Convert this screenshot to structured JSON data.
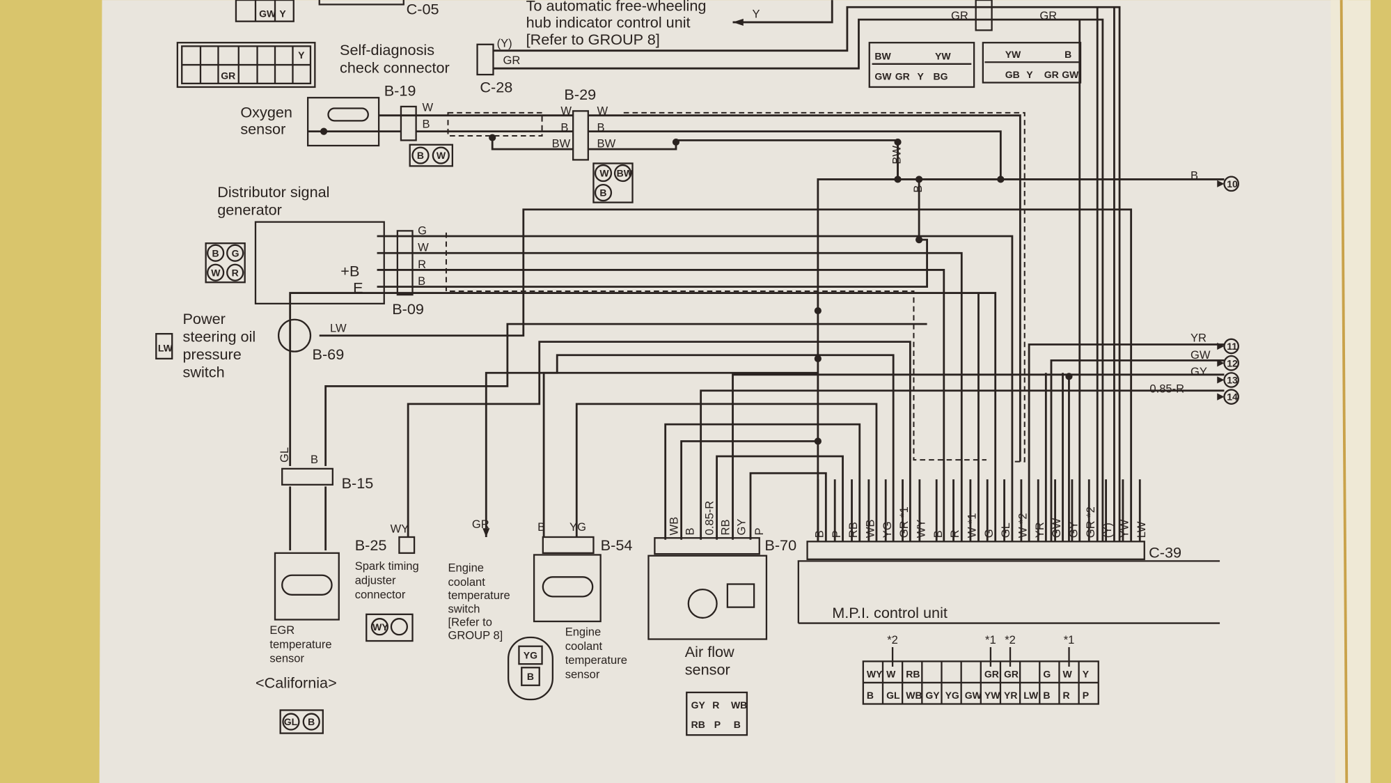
{
  "connectors": {
    "c05": "C-05",
    "c28": "C-28",
    "b19": "B-19",
    "b29": "B-29",
    "b09": "B-09",
    "b69": "B-69",
    "b15": "B-15",
    "b25": "B-25",
    "b54": "B-54",
    "b70": "B-70",
    "c39": "C-39"
  },
  "labels": {
    "auto_hub_1": "To automatic free-wheeling",
    "auto_hub_2": "hub indicator control unit",
    "auto_hub_3": "[Refer to GROUP 8]",
    "self_diag_1": "Self-diagnosis",
    "self_diag_2": "check connector",
    "oxygen_1": "Oxygen",
    "oxygen_2": "sensor",
    "dist_1": "Distributor signal",
    "dist_2": "generator",
    "ps_1": "Power",
    "ps_2": "steering oil",
    "ps_3": "pressure",
    "ps_4": "switch",
    "egr_1": "EGR",
    "egr_2": "temperature",
    "egr_3": "sensor",
    "california": "<California>",
    "spark_1": "Spark timing",
    "spark_2": "adjuster",
    "spark_3": "connector",
    "ects_1": "Engine",
    "ects_2": "coolant",
    "ects_3": "temperature",
    "ects_4": "switch",
    "ects_5": "[Refer to",
    "ects_6": "GROUP 8]",
    "ecs_1": "Engine",
    "ecs_2": "coolant",
    "ecs_3": "temperature",
    "ecs_4": "sensor",
    "afs_1": "Air flow",
    "afs_2": "sensor",
    "mpi": "M.P.I. control unit"
  },
  "wire_colors": {
    "y_paren": "(Y)",
    "gr": "GR",
    "y": "Y",
    "w": "W",
    "b": "B",
    "bw": "BW",
    "g": "G",
    "r": "R",
    "plus_b": "+B",
    "e": "E",
    "lw": "LW",
    "gl": "GL",
    "wy": "WY",
    "yg": "YG",
    "wb": "WB",
    "r085": "0.85-R",
    "rb": "RB",
    "gy": "GY",
    "p": "P"
  },
  "outputs": [
    {
      "wire": "B",
      "num": "10"
    },
    {
      "wire": "YR",
      "num": "11"
    },
    {
      "wire": "GW",
      "num": "12"
    },
    {
      "wire": "GY",
      "num": "13"
    },
    {
      "wire": "0.85-R",
      "num": "14"
    }
  ],
  "c39_pins": [
    "B",
    "P",
    "RB",
    "WB",
    "YG",
    "GR *1",
    "WY",
    "B",
    "R",
    "W *1",
    "G",
    "GL",
    "W *2",
    "YR",
    "GW",
    "GY",
    "GR *2",
    "(Y)",
    "YW",
    "LW"
  ],
  "ecu_connector": {
    "notes": [
      {
        "text": "*2",
        "col": 1
      },
      {
        "text": "*1",
        "col": 6
      },
      {
        "text": "*2",
        "col": 7
      },
      {
        "text": "*1",
        "col": 10
      }
    ],
    "top_row": [
      "WY",
      "W",
      "RB",
      "",
      "",
      "",
      "GR",
      "GR",
      "",
      "G",
      "W",
      "Y"
    ],
    "bottom_row": [
      "B",
      "GL",
      "WB",
      "GY",
      "YG",
      "GW",
      "YW",
      "YR",
      "LW",
      "B",
      "R",
      "P"
    ]
  },
  "small_connectors": {
    "c05_pins": [
      "GW",
      "Y"
    ],
    "diag_pins": [
      "Y",
      "GR"
    ],
    "top_right_a": [
      "BW",
      "YW",
      "GW",
      "GR",
      "Y",
      "BG"
    ],
    "top_right_b": [
      "YW",
      "B",
      "GB",
      "Y",
      "GR",
      "GW"
    ],
    "b19_pins": [
      "B",
      "W"
    ],
    "b29_pins": [
      "W",
      "BW",
      "B"
    ],
    "dist_pins": [
      "B",
      "G",
      "W",
      "R"
    ],
    "ps_pin": [
      "LW"
    ],
    "spark_pin": [
      "WY"
    ],
    "ects_pins": [
      "YG",
      "B"
    ],
    "afs_pins": [
      "GY",
      "R",
      "WB",
      "RB",
      "P",
      "B"
    ],
    "egr_pins": [
      "GL",
      "B"
    ]
  }
}
